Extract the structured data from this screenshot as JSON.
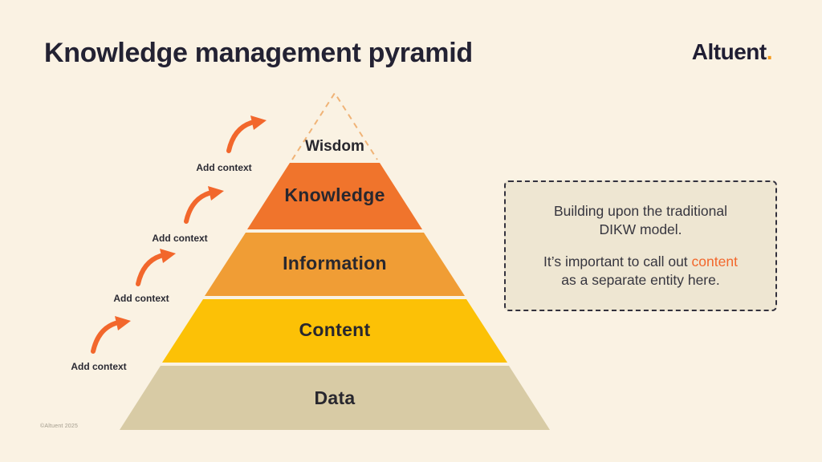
{
  "header": {
    "title": "Knowledge management pyramid",
    "logo_text": "Altuent",
    "logo_dot": "."
  },
  "pyramid": {
    "levels": [
      {
        "label": "Wisdom",
        "color": "#F0B376",
        "style": "dashed-outline"
      },
      {
        "label": "Knowledge",
        "color": "#F0742C",
        "style": "solid"
      },
      {
        "label": "Information",
        "color": "#F09D35",
        "style": "solid"
      },
      {
        "label": "Content",
        "color": "#FCC106",
        "style": "solid"
      },
      {
        "label": "Data",
        "color": "#D8CBA5",
        "style": "solid"
      }
    ]
  },
  "annotations": {
    "arrow_color": "#F2672C",
    "labels": [
      "Add context",
      "Add context",
      "Add context",
      "Add context"
    ]
  },
  "callout": {
    "para1_line1": "Building upon the traditional",
    "para1_line2": "DIKW model.",
    "para2_line1": "It’s important to call out",
    "para2_highlight": "content",
    "para2_line2": "as a separate entity here.",
    "highlight_color": "#F2672C",
    "background": "#EEE6D2",
    "border_color": "#33323E"
  },
  "footer": {
    "copyright": "©Altuent 2025"
  },
  "page": {
    "background": "#FAF2E3",
    "text_color": "#232233"
  }
}
